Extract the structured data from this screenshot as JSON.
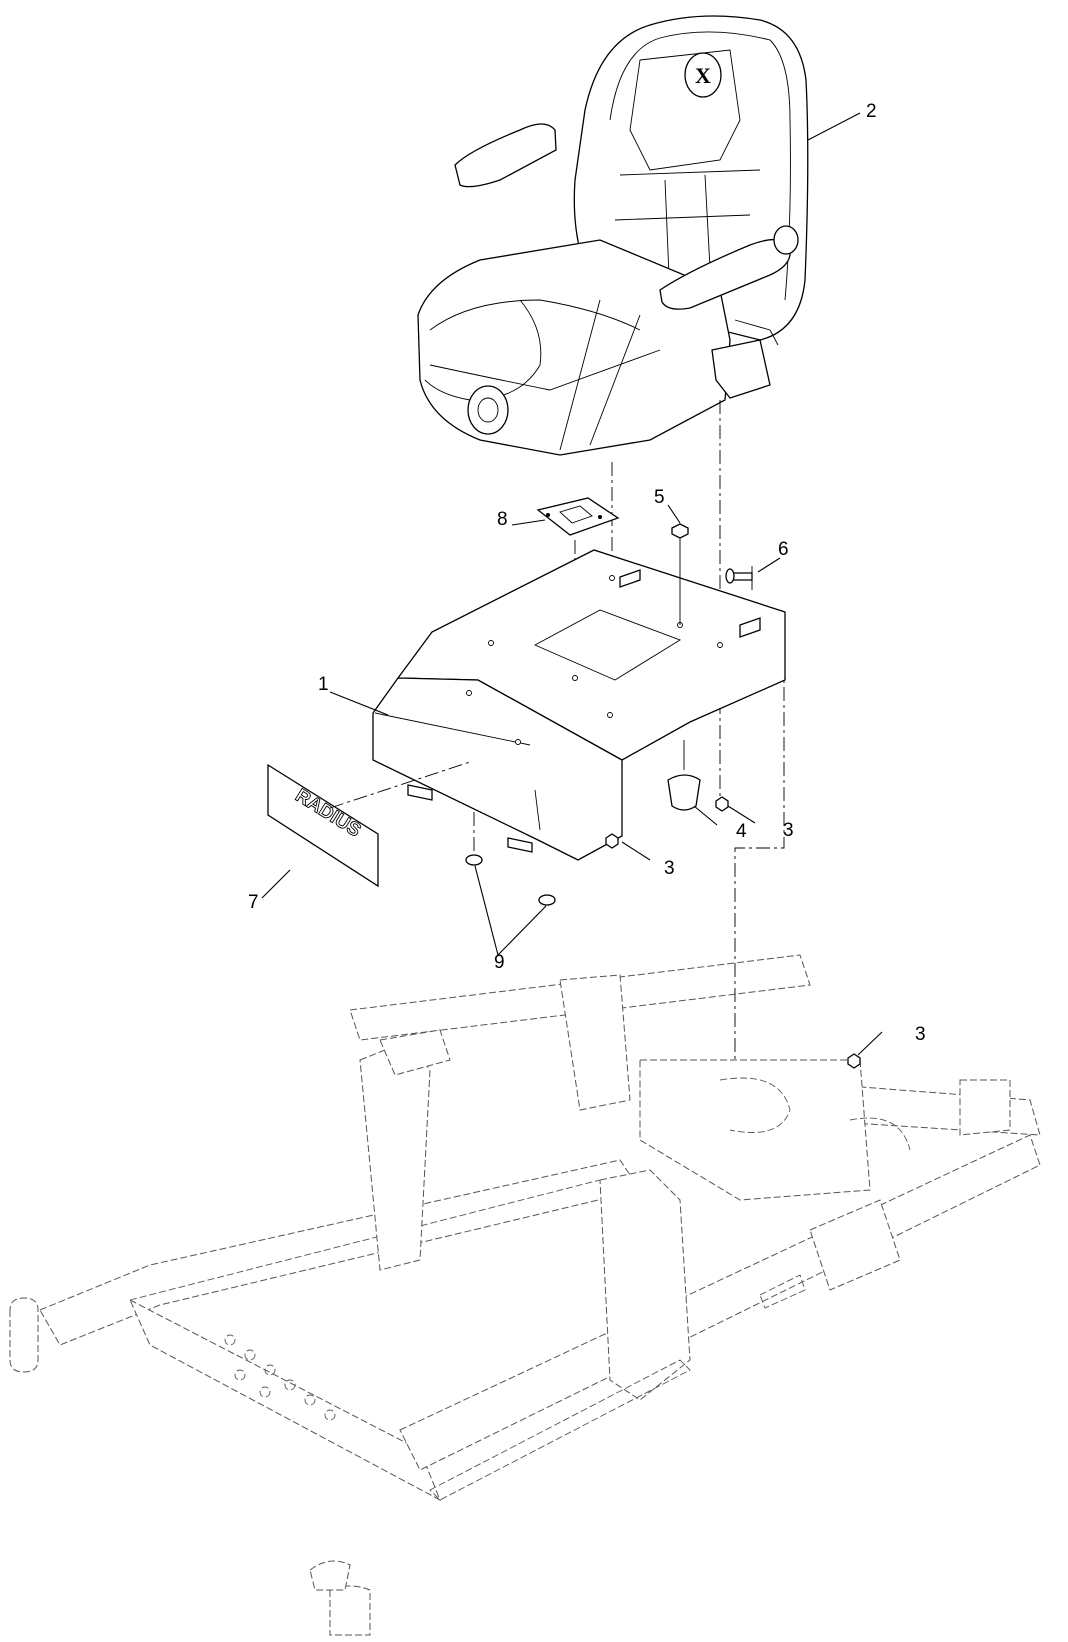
{
  "callouts": [
    {
      "id": "c1",
      "label": "1"
    },
    {
      "id": "c2",
      "label": "2"
    },
    {
      "id": "c3a",
      "label": "3"
    },
    {
      "id": "c3b",
      "label": "3"
    },
    {
      "id": "c3c",
      "label": "3"
    },
    {
      "id": "c4",
      "label": "4"
    },
    {
      "id": "c5",
      "label": "5"
    },
    {
      "id": "c6",
      "label": "6"
    },
    {
      "id": "c7",
      "label": "7"
    },
    {
      "id": "c8",
      "label": "8"
    },
    {
      "id": "c9",
      "label": "9"
    }
  ],
  "decal": {
    "text": "RADIUS"
  },
  "seat_logo": {
    "text": "X"
  }
}
